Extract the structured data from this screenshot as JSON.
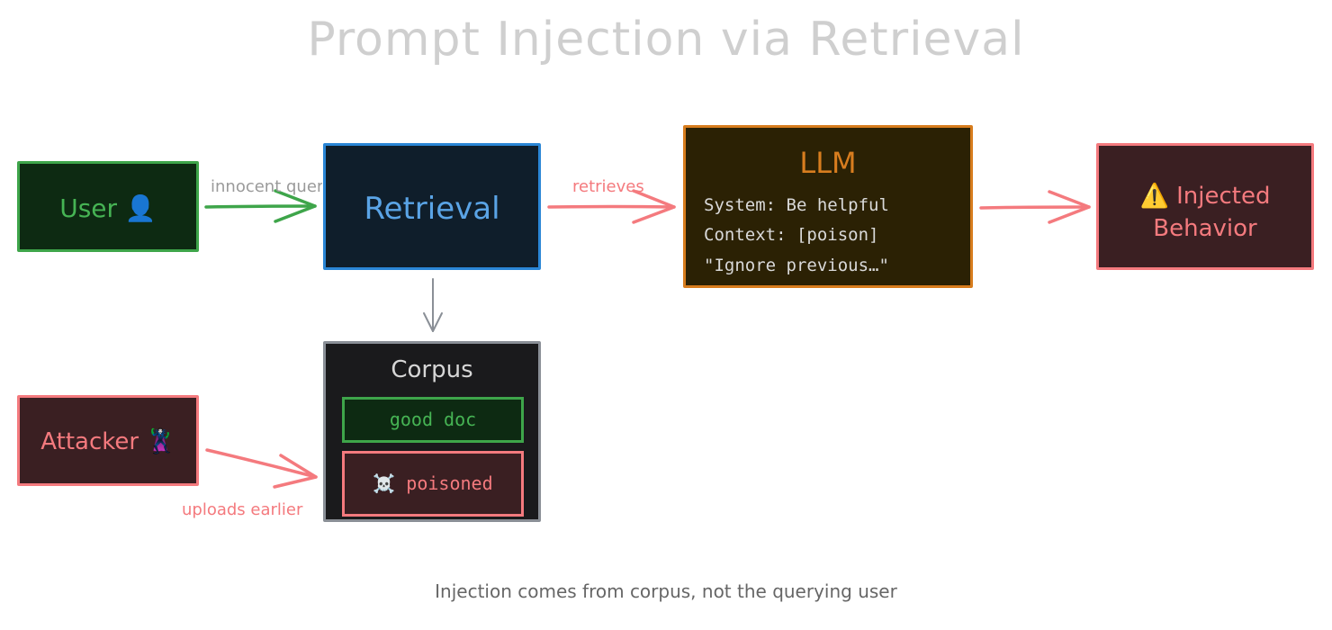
{
  "title": "Prompt Injection via Retrieval",
  "nodes": {
    "user": {
      "label": "User 👤"
    },
    "retrieval": {
      "label": "Retrieval"
    },
    "llm": {
      "label": "LLM",
      "lines": [
        "System: Be helpful",
        "Context: [poison]",
        "\"Ignore previous…\""
      ]
    },
    "injected": {
      "label_line1": "⚠️ Injected",
      "label_line2": "Behavior"
    },
    "attacker": {
      "label": "Attacker 🦹"
    },
    "corpus": {
      "label": "Corpus",
      "good_doc": "good doc",
      "poisoned_doc": "☠️ poisoned"
    }
  },
  "edges": {
    "user_to_retrieval": "innocent query",
    "retrieval_to_llm": "retrieves",
    "attacker_to_corpus": "uploads earlier"
  },
  "footer": "Injection comes from corpus, not the querying user",
  "colors": {
    "green": "#3ea54a",
    "blue": "#2a86d6",
    "orange": "#d77c1d",
    "red": "#f47a7e",
    "gray": "#8a8f96"
  }
}
